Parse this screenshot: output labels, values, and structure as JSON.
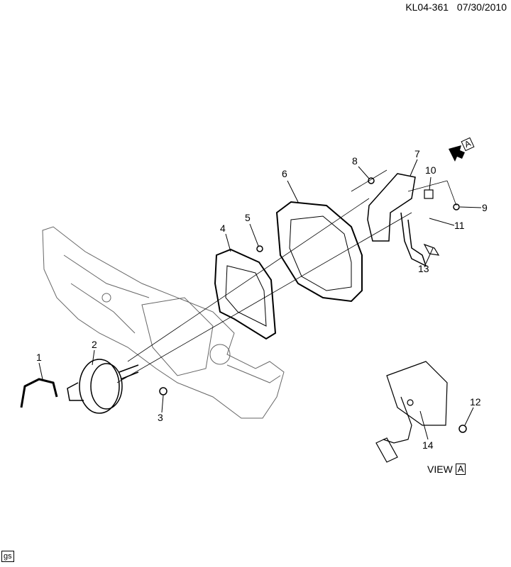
{
  "header": {
    "diagram_id": "KL04-361",
    "date": "07/30/2010"
  },
  "callouts": [
    "1",
    "2",
    "3",
    "4",
    "5",
    "6",
    "7",
    "8",
    "9",
    "10",
    "11",
    "12",
    "13",
    "14"
  ],
  "view": {
    "label": "VIEW",
    "ref": "A"
  },
  "direction_arrow": {
    "ref": "A"
  },
  "footer": {
    "tag": "gs"
  }
}
